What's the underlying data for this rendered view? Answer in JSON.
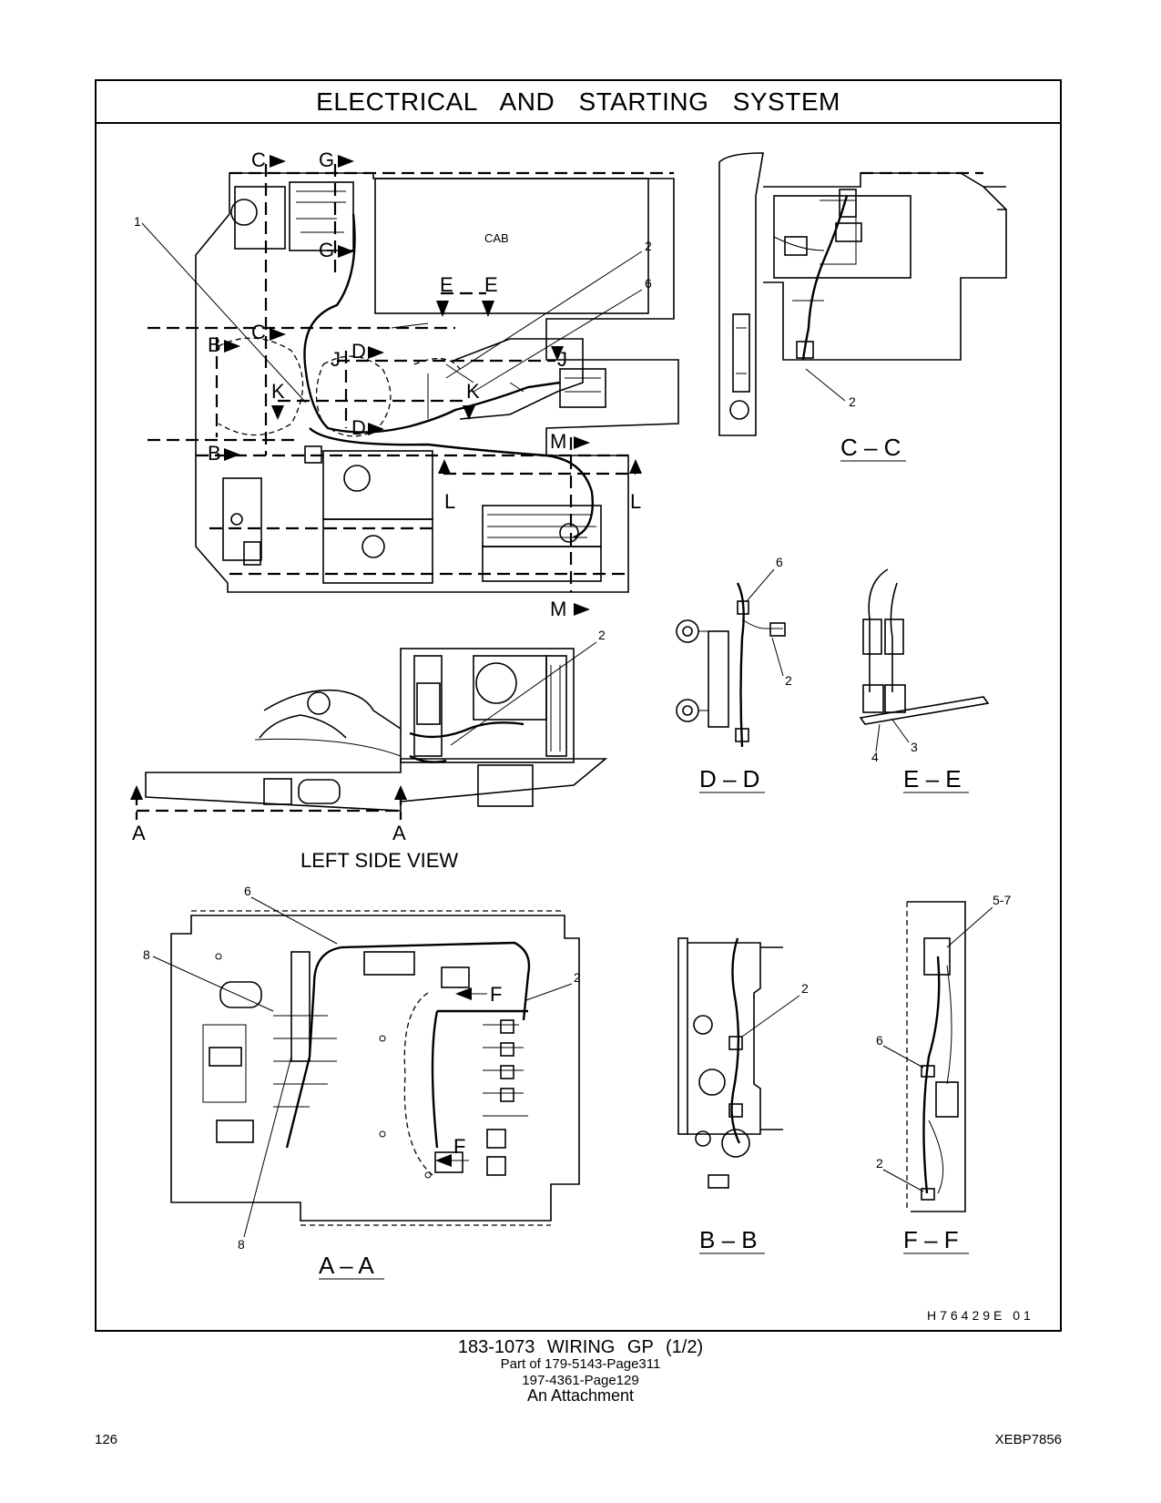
{
  "header": {
    "title": "ELECTRICAL AND STARTING SYSTEM"
  },
  "views": {
    "main": {
      "cab_label": "CAB"
    },
    "left_side": {
      "caption": "LEFT SIDE VIEW"
    },
    "section_cc": {
      "caption": "C – C"
    },
    "section_dd": {
      "caption": "D – D"
    },
    "section_ee": {
      "caption": "E – E"
    },
    "section_aa": {
      "caption": "A – A"
    },
    "section_bb": {
      "caption": "B – B"
    },
    "section_ff": {
      "caption": "F – F"
    }
  },
  "section_markers": {
    "C": "C",
    "G": "G",
    "E": "E",
    "B": "B",
    "D": "D",
    "J": "J",
    "K": "K",
    "M": "M",
    "L": "L",
    "A": "A",
    "F": "F"
  },
  "callouts": {
    "n1": "1",
    "n2": "2",
    "n3": "3",
    "n4": "4",
    "n6": "6",
    "n8": "8",
    "n57": "5-7"
  },
  "illustration_id": "H76429E 01",
  "footer": {
    "title": "183-1073 WIRING GP (1/2)",
    "part_of_1": "Part of 179-5143-Page311",
    "part_of_2": "197-4361-Page129",
    "attachment": "An Attachment",
    "page_number": "126",
    "document_code": "XEBP7856"
  }
}
